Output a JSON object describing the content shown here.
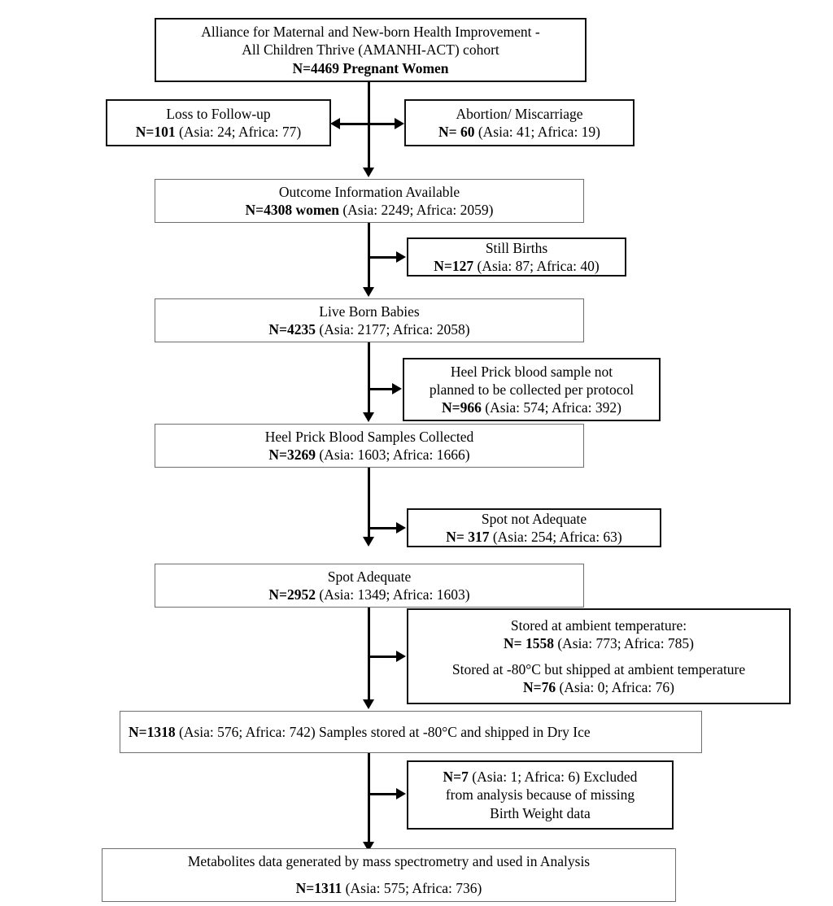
{
  "diagram": {
    "title": "AMANHI-ACT cohort participant flow diagram",
    "type": "flowchart",
    "nodes": {
      "cohort": {
        "line1": "Alliance for Maternal and New-born Health Improvement -",
        "line2": "All Children Thrive (AMANHI-ACT) cohort",
        "line3_bold": "N=4469 Pregnant Women"
      },
      "loss_to_followup": {
        "line1": "Loss to Follow-up",
        "line2_bold": "N=101",
        "line2_rest": " (Asia: 24; Africa: 77)"
      },
      "abortion": {
        "line1": "Abortion/ Miscarriage",
        "line2_bold": "N= 60",
        "line2_rest": " (Asia: 41; Africa: 19)"
      },
      "outcome_info": {
        "line1": "Outcome Information Available",
        "line2_bold": "N=4308 women",
        "line2_rest": " (Asia: 2249; Africa: 2059)"
      },
      "still_births": {
        "line1": "Still Births",
        "line2_bold": "N=127",
        "line2_rest": " (Asia: 87; Africa: 40)"
      },
      "live_born": {
        "line1": "Live Born Babies",
        "line2_bold": "N=4235",
        "line2_rest": " (Asia: 2177; Africa: 2058)"
      },
      "not_planned": {
        "line1": "Heel Prick blood sample not",
        "line2": "planned to be collected per protocol",
        "line3_bold": "N=966",
        "line3_rest": " (Asia: 574; Africa: 392)"
      },
      "samples_collected": {
        "line1": "Heel Prick Blood Samples Collected",
        "line2_bold": "N=3269",
        "line2_rest": " (Asia: 1603; Africa: 1666)"
      },
      "spot_not_adequate": {
        "line1": "Spot not Adequate",
        "line2_bold": "N= 317",
        "line2_rest": " (Asia: 254; Africa: 63)"
      },
      "spot_adequate": {
        "line1": "Spot Adequate",
        "line2_bold": "N=2952",
        "line2_rest": " (Asia: 1349; Africa: 1603)"
      },
      "stored": {
        "line1": "Stored at ambient temperature:",
        "line2_bold": "N= 1558",
        "line2_rest": " (Asia: 773; Africa: 785)",
        "line3": "Stored at -80°C but shipped at ambient temperature",
        "line4_bold": "N=76",
        "line4_rest": " (Asia: 0; Africa: 76)"
      },
      "dry_ice": {
        "line1_bold": "N=1318",
        "line1_rest": " (Asia: 576; Africa: 742) Samples stored at -80°C and shipped in Dry Ice"
      },
      "excluded": {
        "line1_bold": "N=7",
        "line1_rest": " (Asia: 1; Africa: 6) Excluded",
        "line2": "from analysis because of missing",
        "line3": "Birth Weight data"
      },
      "metabolites": {
        "line1": "Metabolites data generated by mass spectrometry and used in Analysis",
        "line2_bold": "N=1311",
        "line2_rest": " (Asia: 575; Africa: 736)"
      }
    }
  }
}
